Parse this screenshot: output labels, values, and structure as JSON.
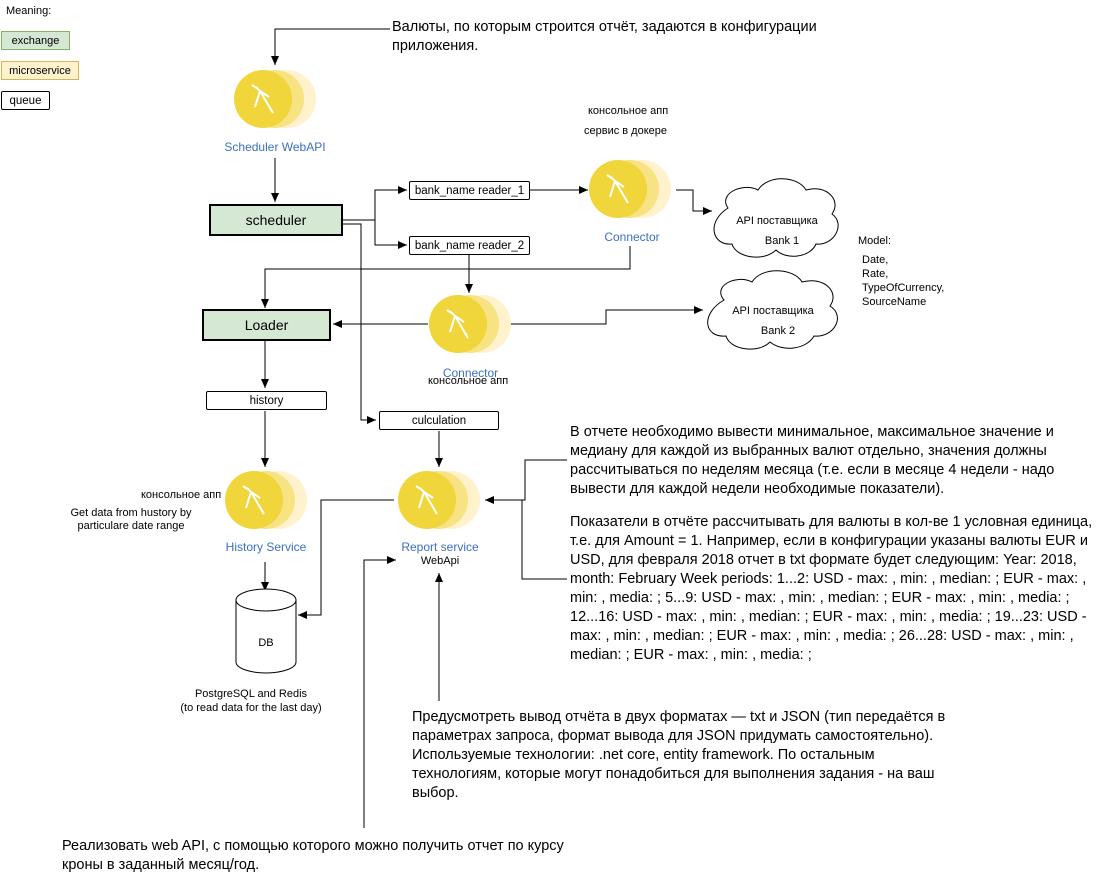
{
  "legend": {
    "title": "Meaning:",
    "exchange": "exchange",
    "microservice": "microservice",
    "queue": "queue"
  },
  "notes": {
    "config": "Валюты, по которым строится отчёт, задаются в конфигурации приложения.",
    "console_top": "консольное апп",
    "docker": "сервис в докере",
    "console_mid": "консольное апп",
    "console_history": "консольное апп",
    "history_desc": "Get data from hustory by particulare date range",
    "db_desc_1": "PostgreSQL and Redis",
    "db_desc_2": "(to read data for the last day)",
    "report_desc_1": "В отчете необходимо вывести минимальное, максимальное значение и медиану для каждой из выбранных валют отдельно, значения должны рассчитываться по неделям месяца (т.е. если в месяце 4 недели - надо вывести для каждой недели необходимые показатели).",
    "report_desc_2": "Показатели в отчёте рассчитывать для валюты в кол-ве 1 условная единица, т.е. для Amount = 1. Например, если в конфигурации указаны валюты EUR и USD, для февраля 2018 отчет в txt формате будет следующим: Year: 2018, month: February Week periods: 1...2: USD - max: , min: , median: ; EUR - max: , min: , media: ; 5...9: USD - max: , min: , median: ; EUR - max: , min: , media: ; 12...16: USD - max: , min: , median: ; EUR - max: , min: , media: ; 19...23: USD - max: , min: , median: ; EUR - max: , min: , media: ; 26...28: USD - max: , min: , median: ; EUR - max: , min: , media: ;",
    "formats": "Предусмотреть вывод отчёта в двух форматах — txt и JSON (тип передаётся в параметрах запроса, формат вывода для JSON придумать самостоятельно). Используемые технологии: .net core, entity framework. По остальным технологиям, которые могут понадобиться для выполнения задания - на ваш выбор.",
    "webapi_task": "Реализовать web API, с помощью которого можно получить отчет по курсу кроны в заданный месяц/год."
  },
  "services": {
    "scheduler_webapi": "Scheduler WebAPI",
    "connector1": "Connector",
    "connector2": "Connector",
    "history": "History Service",
    "report": "Report service",
    "report_sub": "WebApi"
  },
  "exchanges": {
    "scheduler": "scheduler",
    "loader": "Loader"
  },
  "queues": {
    "reader1": "bank_name reader_1",
    "reader2": "bank_name reader_2",
    "history": "history",
    "calculation": "culculation"
  },
  "clouds": {
    "bank1_line1": "API поставщика",
    "bank1_line2": "Bank 1",
    "bank2_line1": "API поставщика",
    "bank2_line2": "Bank 2"
  },
  "db": {
    "label": "DB"
  },
  "model": {
    "title": "Model:",
    "fields": [
      "Date,",
      "Rate,",
      "TypeOfCurrency,",
      "SourceName"
    ]
  },
  "colors": {
    "exchange_fill": "#d5e8d4",
    "micro_fill": "#fff2cc",
    "service_icon": "#f0d53b",
    "service_label": "#3b6fc1"
  }
}
